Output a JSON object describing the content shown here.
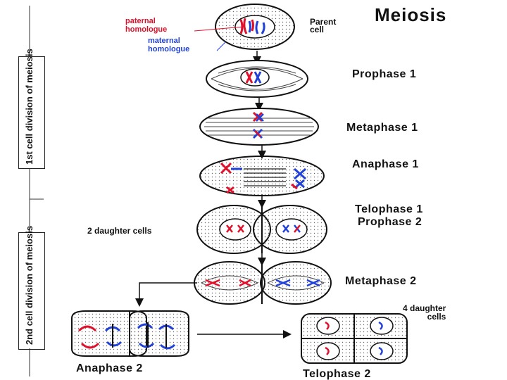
{
  "title": "Meiosis",
  "labels": {
    "parent_cell": "Parent\ncell",
    "paternal": "paternal\nhomologue",
    "maternal": "maternal\nhomologue",
    "prophase1": "Prophase 1",
    "metaphase1": "Metaphase 1",
    "anaphase1": "Anaphase 1",
    "telophase1": "Telophase 1",
    "prophase2": "Prophase 2",
    "daughter2": "2 daughter cells",
    "metaphase2": "Metaphase 2",
    "daughter4": "4 daughter\ncells",
    "anaphase2": "Anaphase 2",
    "telophase2": "Telophase 2",
    "first_division": "1st cell division of meiosis",
    "second_division": "2nd cell division of meiosis"
  },
  "colors": {
    "paternal": "#e0102a",
    "maternal": "#2040d8",
    "outline": "#111111"
  }
}
